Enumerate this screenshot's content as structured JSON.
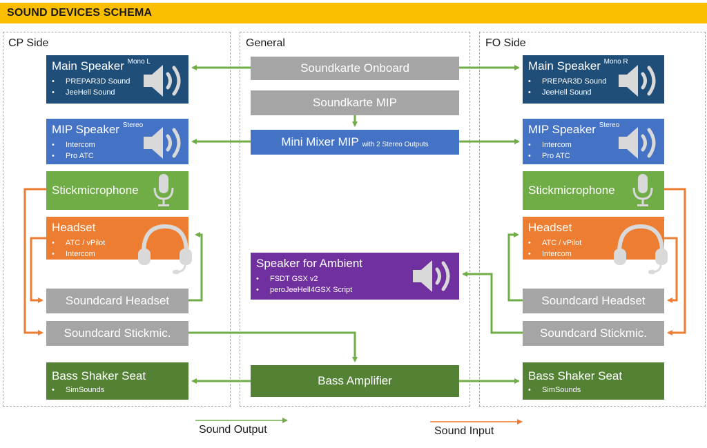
{
  "title": "SOUND DEVICES SCHEMA",
  "panels": {
    "cp": "CP Side",
    "general": "General",
    "fo": "FO Side"
  },
  "cp": {
    "main_speaker": {
      "title": "Main Speaker",
      "sup": "Mono L",
      "items": [
        "PREPAR3D Sound",
        "JeeHell Sound"
      ]
    },
    "mip_speaker": {
      "title": "MIP Speaker",
      "sup": "Stereo",
      "items": [
        "Intercom",
        "Pro ATC"
      ]
    },
    "stickmic": {
      "title": "Stickmicrophone"
    },
    "headset": {
      "title": "Headset",
      "items": [
        "ATC / vPilot",
        "Intercom"
      ]
    },
    "soundcard_headset": "Soundcard Headset",
    "soundcard_stickmic": "Soundcard Stickmic.",
    "bass_shaker": {
      "title": "Bass Shaker Seat",
      "items": [
        "SimSounds"
      ]
    }
  },
  "general": {
    "soundkarte_onboard": "Soundkarte Onboard",
    "soundkarte_mip": "Soundkarte MIP",
    "mini_mixer": {
      "title": "Mini Mixer MIP",
      "suffix": "with 2 Stereo Outputs"
    },
    "ambient": {
      "title": "Speaker for Ambient",
      "items": [
        "FSDT GSX v2",
        "peroJeeHell4GSX Script"
      ]
    },
    "bass_amplifier": "Bass Amplifier"
  },
  "fo": {
    "main_speaker": {
      "title": "Main Speaker",
      "sup": "Mono R",
      "items": [
        "PREPAR3D Sound",
        "JeeHell Sound"
      ]
    },
    "mip_speaker": {
      "title": "MIP Speaker",
      "sup": "Stereo",
      "items": [
        "Intercom",
        "Pro ATC"
      ]
    },
    "stickmic": {
      "title": "Stickmicrophone"
    },
    "headset": {
      "title": "Headset",
      "items": [
        "ATC / vPilot",
        "Intercom"
      ]
    },
    "soundcard_headset": "Soundcard Headset",
    "soundcard_stickmic": "Soundcard Stickmic.",
    "bass_shaker": {
      "title": "Bass Shaker Seat",
      "items": [
        "SimSounds"
      ]
    }
  },
  "legend": {
    "output": "Sound Output",
    "input": "Sound Input"
  },
  "colors": {
    "banner": "#fcbf00",
    "output_arrow": "#70ad47",
    "input_arrow": "#ed7d31",
    "navy": "#1f4e79",
    "blue": "#4472c4",
    "green": "#70ad47",
    "orange": "#ed7d31",
    "gray": "#a5a5a5",
    "dark_green": "#548235",
    "purple": "#7030a0"
  }
}
